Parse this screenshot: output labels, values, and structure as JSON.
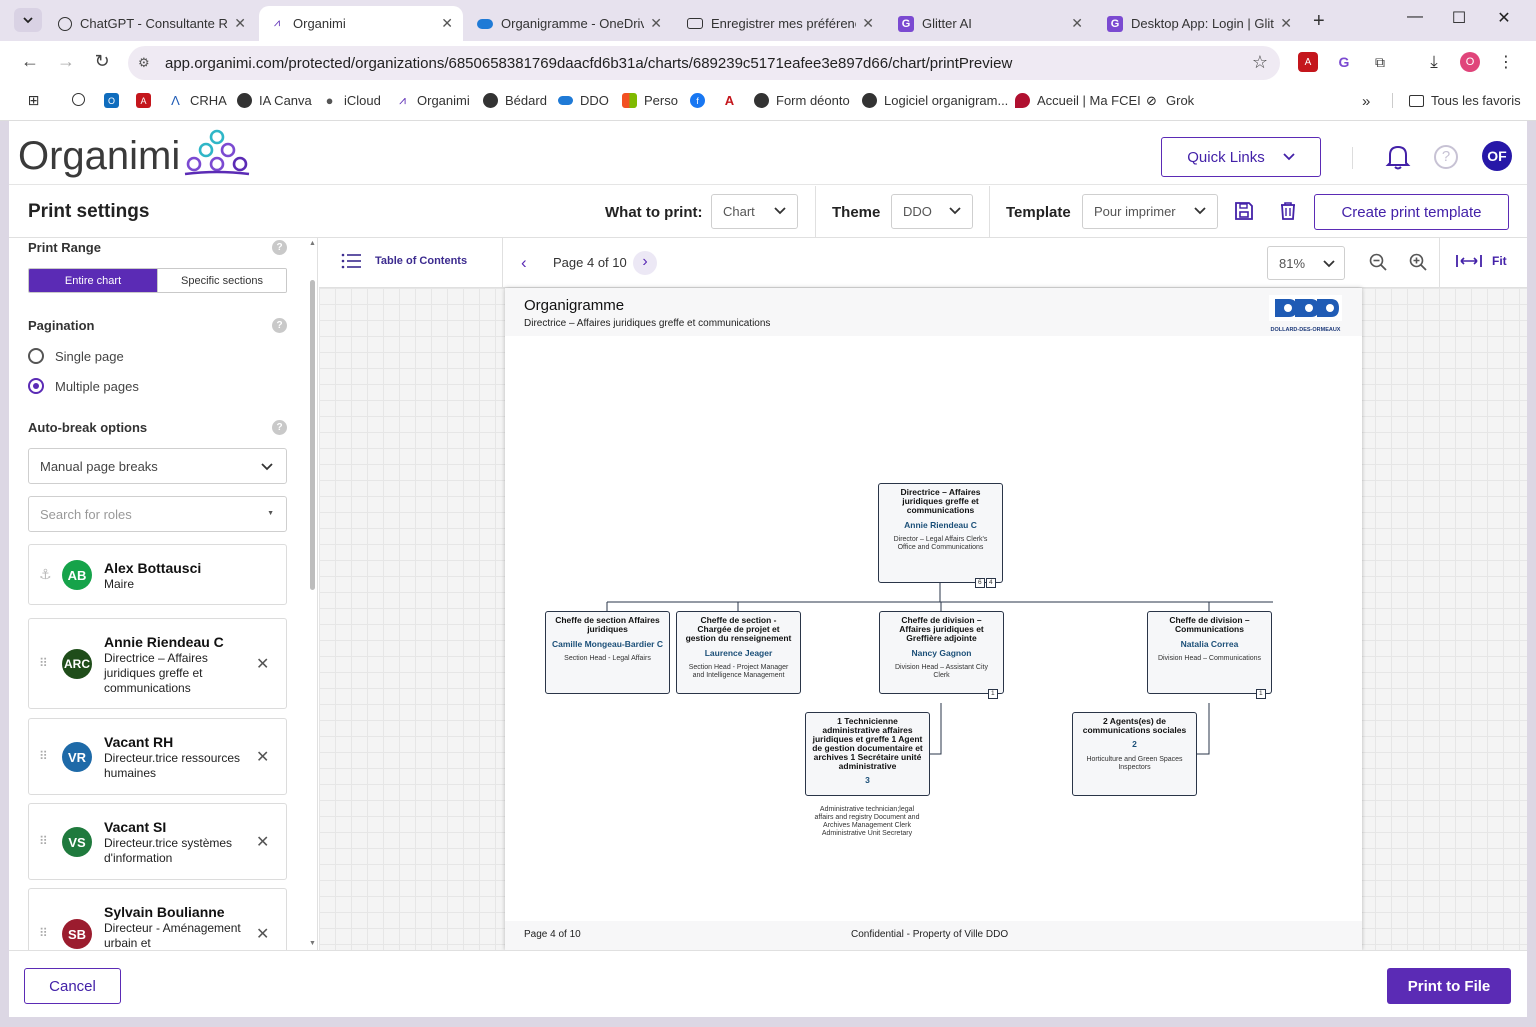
{
  "browser": {
    "tabs": [
      {
        "label": "ChatGPT - Consultante RH",
        "icon": "chatgpt-icon"
      },
      {
        "label": "Organimi",
        "icon": "organimi-icon",
        "active": true
      },
      {
        "label": "Organigramme - OneDrive",
        "icon": "onedrive-icon"
      },
      {
        "label": "Enregistrer mes préférences",
        "icon": "mail-icon"
      },
      {
        "label": "Glitter AI",
        "icon": "glitter-icon"
      },
      {
        "label": "Desktop App: Login | Glitter",
        "icon": "glitter-icon"
      }
    ],
    "url": "app.organimi.com/protected/organizations/6850658381769daacfd6b31a/charts/689239c5171eafee3e897d66/chart/printPreview",
    "profile_initial": "O",
    "bookmarks": [
      {
        "label": "",
        "icon": "apps-grid-icon"
      },
      {
        "label": "",
        "icon": "chatgpt-icon"
      },
      {
        "label": "",
        "icon": "outlook-icon"
      },
      {
        "label": "",
        "icon": "pdf-icon"
      },
      {
        "label": "CRHA",
        "icon": "crha-icon"
      },
      {
        "label": "IA Canva",
        "icon": "globe-icon"
      },
      {
        "label": "iCloud",
        "icon": "apple-icon"
      },
      {
        "label": "Organimi",
        "icon": "organimi-icon"
      },
      {
        "label": "Bédard",
        "icon": "globe-icon"
      },
      {
        "label": "DDO",
        "icon": "onedrive-icon"
      },
      {
        "label": "Perso",
        "icon": "microsoft-icon"
      },
      {
        "label": "",
        "icon": "facebook-icon"
      },
      {
        "label": "",
        "icon": "adobe-icon"
      },
      {
        "label": "Form déonto",
        "icon": "globe-icon"
      },
      {
        "label": "Logiciel organigram...",
        "icon": "globe-icon"
      },
      {
        "label": "Accueil | Ma FCEI",
        "icon": "fcei-icon"
      },
      {
        "label": "Grok",
        "icon": "grok-icon"
      }
    ],
    "all_bookmarks": "Tous les favoris",
    "overflow": "»"
  },
  "header": {
    "logo": "Organimi",
    "quick_links": "Quick Links",
    "user_initials": "OF"
  },
  "settings": {
    "title": "Print settings",
    "what_to_print_label": "What to print:",
    "what_to_print_value": "Chart",
    "theme_label": "Theme",
    "theme_value": "DDO",
    "template_label": "Template",
    "template_value": "Pour imprimer",
    "create_template": "Create print template"
  },
  "left": {
    "print_range_title": "Print Range",
    "range_options": [
      "Entire chart",
      "Specific sections"
    ],
    "pagination_title": "Pagination",
    "pagination_options": [
      "Single page",
      "Multiple pages"
    ],
    "pagination_selected": "Multiple pages",
    "auto_break_title": "Auto-break options",
    "auto_break_value": "Manual page breaks",
    "search_placeholder": "Search for roles",
    "people": [
      {
        "initials": "AB",
        "name": "Alex Bottausci",
        "role": "Maire",
        "color": "#16a34a"
      },
      {
        "initials": "ARC",
        "name": "Annie Riendeau C",
        "role": "Directrice – Affaires juridiques greffe et communications",
        "color": "#1f4d1a"
      },
      {
        "initials": "VR",
        "name": "Vacant RH",
        "role": "Directeur.trice ressources humaines",
        "color": "#1e6aa8"
      },
      {
        "initials": "VS",
        "name": "Vacant SI",
        "role": "Directeur.trice systèmes d'information",
        "color": "#1f7a3d"
      },
      {
        "initials": "SB",
        "name": "Sylvain Boulianne",
        "role": "Directeur - Aménagement urbain et",
        "color": "#9b1c2e"
      }
    ]
  },
  "preview": {
    "toc": "Table of Contents",
    "pager": "Page 4 of 10",
    "zoom": "81%",
    "fit": "Fit",
    "sheet_title": "Organigramme",
    "sheet_subtitle": "Directrice – Affaires juridiques greffe et communications",
    "logo_text": "DOLLARD-DES-ORMEAUX",
    "footer_left": "Page 4 of 10",
    "footer_center": "Confidential - Property of Ville DDO",
    "nodes": {
      "root": {
        "title": "Directrice – Affaires juridiques greffe et communications",
        "name": "Annie Riendeau C",
        "role": "Director – Legal Affairs Clerk's Office and Communications",
        "badge_a": "6",
        "badge_b": "4"
      },
      "n1": {
        "title": "Cheffe de section Affaires juridiques",
        "name": "Camille Mongeau-Bardier C",
        "role": "Section Head - Legal Affairs"
      },
      "n2": {
        "title": "Cheffe de section - Chargée de projet et gestion du renseignement",
        "name": "Laurence Jeager",
        "role": "Section Head - Project Manager and Intelligence Management"
      },
      "n3": {
        "title": "Cheffe de division – Affaires juridiques et Greffière adjointe",
        "name": "Nancy Gagnon",
        "role": "Division Head – Assistant City Clerk",
        "badge": "1"
      },
      "n4": {
        "title": "Cheffe de division – Communications",
        "name": "Natalia Correa",
        "role": "Division Head – Communications",
        "badge": "1"
      },
      "n5": {
        "title": "1 Technicienne administrative affaires juridiques et greffe 1 Agent de gestion documentaire et archives 1 Secrétaire unité administrative",
        "count": "3",
        "role": "Administrative technician;legal affairs and registry Document and Archives Management Clerk Administrative Unit Secretary"
      },
      "n6": {
        "title": "2 Agents(es) de communications sociales",
        "count": "2",
        "role": "Horticulture and Green Spaces Inspectors"
      }
    }
  },
  "footer": {
    "cancel": "Cancel",
    "print": "Print to File"
  }
}
